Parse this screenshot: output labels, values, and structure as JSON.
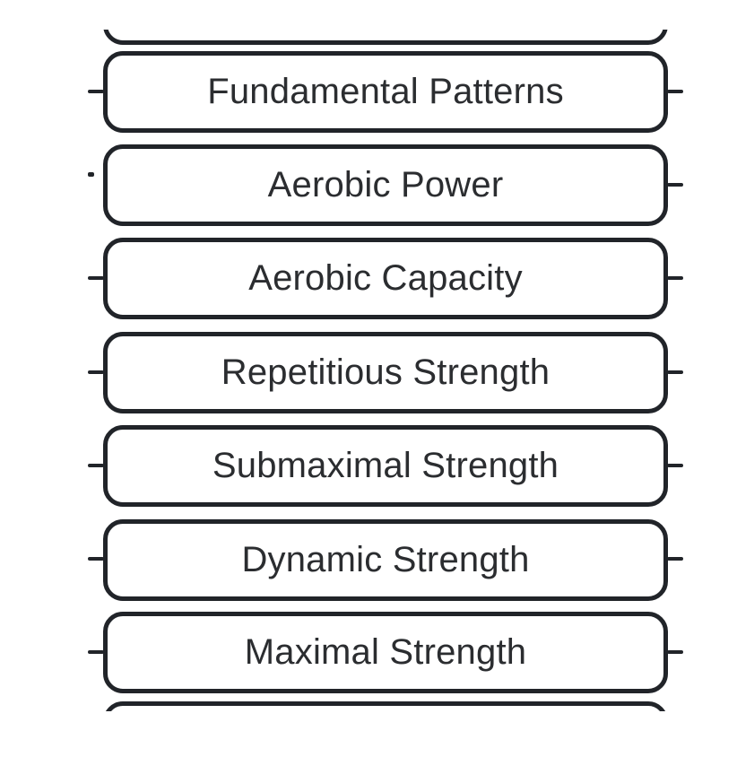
{
  "diagram": {
    "nodes": [
      {
        "label": "Fundamental Patterns"
      },
      {
        "label": "Aerobic Power"
      },
      {
        "label": "Aerobic Capacity"
      },
      {
        "label": "Repetitious Strength"
      },
      {
        "label": "Submaximal Strength"
      },
      {
        "label": "Dynamic Strength"
      },
      {
        "label": "Maximal Strength"
      }
    ],
    "colors": {
      "line": "#212429",
      "text": "#2b2d30",
      "node_fill": "#ffffff",
      "background": "#ffffff"
    }
  }
}
